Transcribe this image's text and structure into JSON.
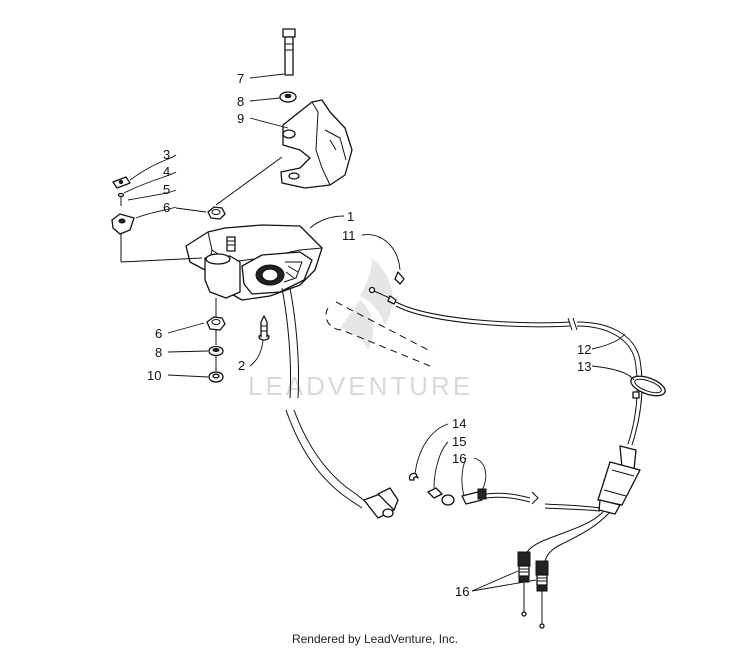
{
  "diagram": {
    "callouts": {
      "c1": "1",
      "c2": "2",
      "c3": "3",
      "c4": "4",
      "c5": "5",
      "c6a": "6",
      "c6b": "6",
      "c7": "7",
      "c8a": "8",
      "c8b": "8",
      "c9": "9",
      "c10": "10",
      "c11": "11",
      "c12": "12",
      "c13": "13",
      "c14": "14",
      "c15": "15",
      "c16a": "16",
      "c16b": "16"
    },
    "watermark": "LEADVENTURE",
    "credit": "Rendered by LeadVenture, Inc."
  }
}
